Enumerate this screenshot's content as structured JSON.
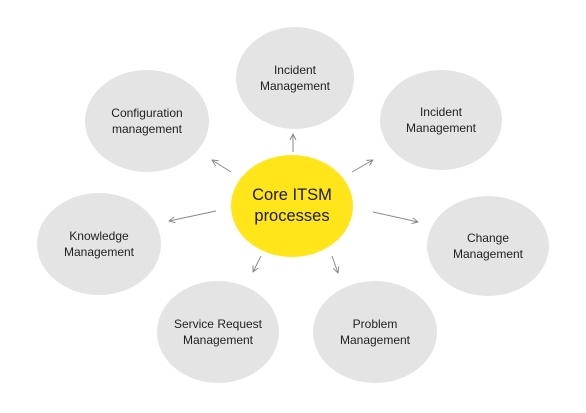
{
  "diagram": {
    "center": {
      "label": "Core ITSM\nprocesses"
    },
    "nodes": {
      "top": {
        "label": "Incident\nManagement"
      },
      "topright": {
        "label": "Incident\nManagement"
      },
      "right": {
        "label": "Change\nManagement"
      },
      "botright": {
        "label": "Problem\nManagement"
      },
      "botleft": {
        "label": "Service Request\nManagement"
      },
      "left": {
        "label": "Knowledge\nManagement"
      },
      "topleft": {
        "label": "Configuration\nmanagement"
      }
    }
  },
  "colors": {
    "center_fill": "#ffe51a",
    "satellite_fill": "#e4e4e4",
    "arrow": "#8a8a8a",
    "text": "#1f1f1f"
  }
}
